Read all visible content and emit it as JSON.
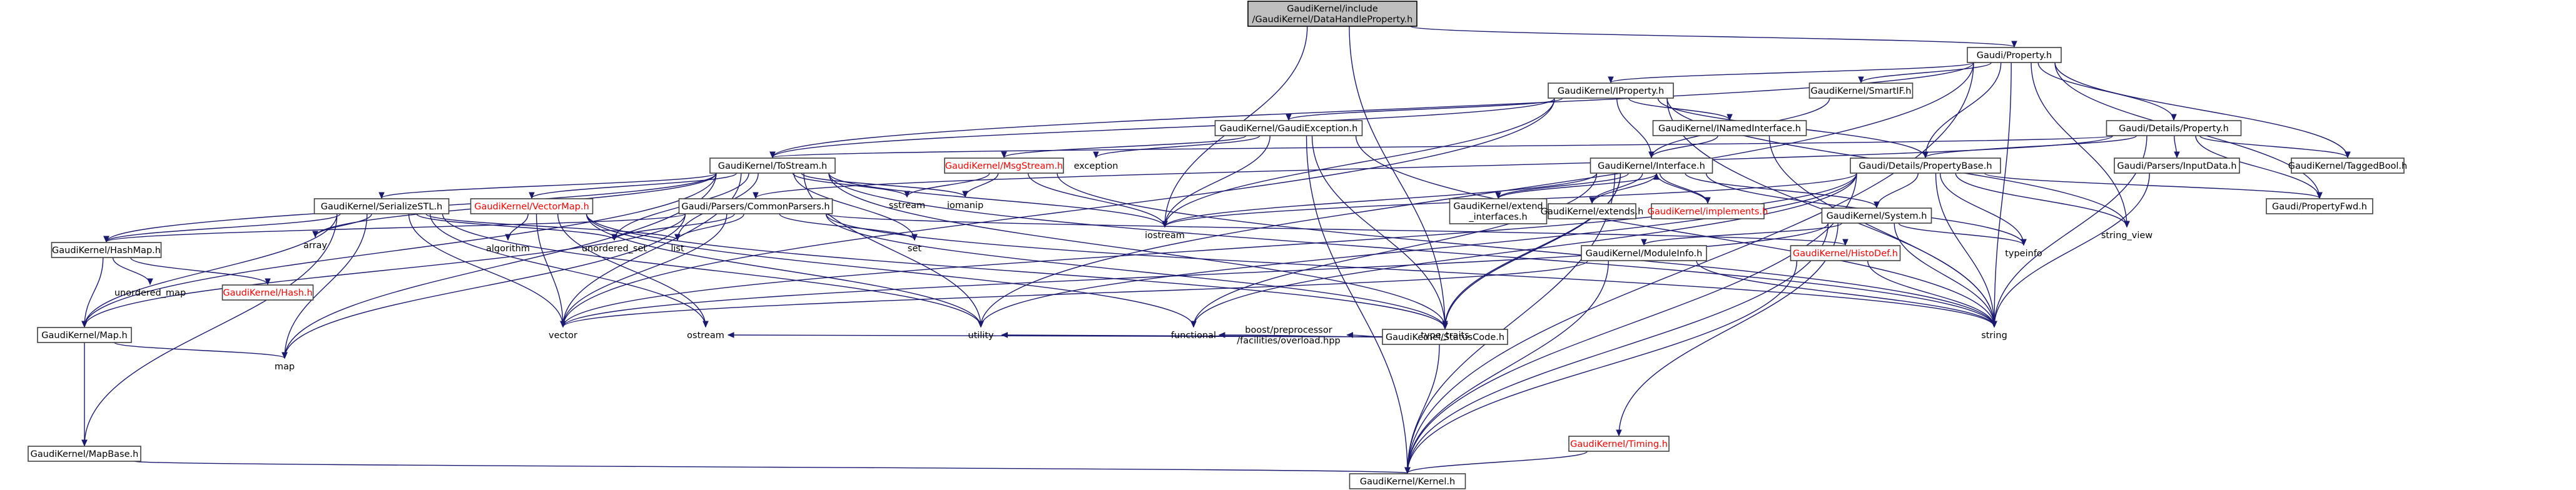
{
  "graph": {
    "nodes": [
      {
        "id": "root",
        "lines": [
          "GaudiKernel/include",
          "/GaudiKernel/DataHandleProperty.h"
        ],
        "style": "root"
      },
      {
        "id": "gp_property",
        "lines": [
          "Gaudi/Property.h"
        ],
        "style": "box"
      },
      {
        "id": "iostream",
        "lines": [
          "iostream"
        ],
        "style": "plain"
      },
      {
        "id": "statuscode",
        "lines": [
          "GaudiKernel/StatusCode.h"
        ],
        "style": "box"
      },
      {
        "id": "iproperty",
        "lines": [
          "GaudiKernel/IProperty.h"
        ],
        "style": "box"
      },
      {
        "id": "smartif",
        "lines": [
          "GaudiKernel/SmartIF.h"
        ],
        "style": "box"
      },
      {
        "id": "details_property",
        "lines": [
          "Gaudi/Details/Property.h"
        ],
        "style": "box"
      },
      {
        "id": "tostream",
        "lines": [
          "GaudiKernel/ToStream.h"
        ],
        "style": "box"
      },
      {
        "id": "gaudiexception",
        "lines": [
          "GaudiKernel/GaudiException.h"
        ],
        "style": "box"
      },
      {
        "id": "inamedinterface",
        "lines": [
          "GaudiKernel/INamedInterface.h"
        ],
        "style": "box"
      },
      {
        "id": "interface",
        "lines": [
          "GaudiKernel/Interface.h"
        ],
        "style": "box"
      },
      {
        "id": "propertybase",
        "lines": [
          "Gaudi/Details/PropertyBase.h"
        ],
        "style": "box"
      },
      {
        "id": "inputdata",
        "lines": [
          "Gaudi/Parsers/InputData.h"
        ],
        "style": "box"
      },
      {
        "id": "taggedbool",
        "lines": [
          "GaudiKernel/TaggedBool.h"
        ],
        "style": "box"
      },
      {
        "id": "propertyfwd",
        "lines": [
          "Gaudi/PropertyFwd.h"
        ],
        "style": "box"
      },
      {
        "id": "msgstream",
        "lines": [
          "GaudiKernel/MsgStream.h"
        ],
        "style": "red"
      },
      {
        "id": "exception",
        "lines": [
          "exception"
        ],
        "style": "plain"
      },
      {
        "id": "sstream",
        "lines": [
          "sstream"
        ],
        "style": "plain"
      },
      {
        "id": "iomanip",
        "lines": [
          "iomanip"
        ],
        "style": "plain"
      },
      {
        "id": "serializestl",
        "lines": [
          "GaudiKernel/SerializeSTL.h"
        ],
        "style": "box"
      },
      {
        "id": "vectormap",
        "lines": [
          "GaudiKernel/VectorMap.h"
        ],
        "style": "red"
      },
      {
        "id": "commonparsers",
        "lines": [
          "Gaudi/Parsers/CommonParsers.h"
        ],
        "style": "box"
      },
      {
        "id": "extend_interfaces",
        "lines": [
          "GaudiKernel/extend",
          "_interfaces.h"
        ],
        "style": "box"
      },
      {
        "id": "extends",
        "lines": [
          "GaudiKernel/extends.h"
        ],
        "style": "box"
      },
      {
        "id": "implements",
        "lines": [
          "GaudiKernel/implements.h"
        ],
        "style": "red"
      },
      {
        "id": "system",
        "lines": [
          "GaudiKernel/System.h"
        ],
        "style": "box"
      },
      {
        "id": "string_view",
        "lines": [
          "string_view"
        ],
        "style": "plain"
      },
      {
        "id": "array",
        "lines": [
          "array"
        ],
        "style": "plain"
      },
      {
        "id": "hashmap",
        "lines": [
          "GaudiKernel/HashMap.h"
        ],
        "style": "box"
      },
      {
        "id": "algorithm",
        "lines": [
          "algorithm"
        ],
        "style": "plain"
      },
      {
        "id": "unordered_set",
        "lines": [
          "unordered_set"
        ],
        "style": "plain"
      },
      {
        "id": "list",
        "lines": [
          "list"
        ],
        "style": "plain"
      },
      {
        "id": "set",
        "lines": [
          "set"
        ],
        "style": "plain"
      },
      {
        "id": "moduleinfo",
        "lines": [
          "GaudiKernel/ModuleInfo.h"
        ],
        "style": "box"
      },
      {
        "id": "histodef",
        "lines": [
          "GaudiKernel/HistoDef.h"
        ],
        "style": "red"
      },
      {
        "id": "typeinfo",
        "lines": [
          "typeinfo"
        ],
        "style": "plain"
      },
      {
        "id": "unordered_map",
        "lines": [
          "unordered_map"
        ],
        "style": "plain"
      },
      {
        "id": "hash",
        "lines": [
          "GaudiKernel/Hash.h"
        ],
        "style": "red"
      },
      {
        "id": "map_h",
        "lines": [
          "GaudiKernel/Map.h"
        ],
        "style": "box"
      },
      {
        "id": "vector",
        "lines": [
          "vector"
        ],
        "style": "plain"
      },
      {
        "id": "ostream",
        "lines": [
          "ostream"
        ],
        "style": "plain"
      },
      {
        "id": "utility",
        "lines": [
          "utility"
        ],
        "style": "plain"
      },
      {
        "id": "functional",
        "lines": [
          "functional"
        ],
        "style": "plain"
      },
      {
        "id": "overload",
        "lines": [
          "boost/preprocessor",
          "/facilities/overload.hpp"
        ],
        "style": "plain"
      },
      {
        "id": "type_traits",
        "lines": [
          "type_traits"
        ],
        "style": "plain"
      },
      {
        "id": "string",
        "lines": [
          "string"
        ],
        "style": "plain"
      },
      {
        "id": "timing",
        "lines": [
          "GaudiKernel/Timing.h"
        ],
        "style": "red"
      },
      {
        "id": "map",
        "lines": [
          "map"
        ],
        "style": "plain"
      },
      {
        "id": "mapbase",
        "lines": [
          "GaudiKernel/MapBase.h"
        ],
        "style": "box"
      },
      {
        "id": "kernel",
        "lines": [
          "GaudiKernel/Kernel.h"
        ],
        "style": "box"
      }
    ],
    "edges": [
      [
        "root",
        "gp_property"
      ],
      [
        "root",
        "iostream"
      ],
      [
        "root",
        "statuscode"
      ],
      [
        "gp_property",
        "iproperty"
      ],
      [
        "gp_property",
        "smartif"
      ],
      [
        "gp_property",
        "details_property"
      ],
      [
        "gp_property",
        "tostream"
      ],
      [
        "gp_property",
        "propertybase"
      ],
      [
        "gp_property",
        "taggedbool"
      ],
      [
        "gp_property",
        "propertyfwd"
      ],
      [
        "gp_property",
        "string"
      ],
      [
        "gp_property",
        "string_view"
      ],
      [
        "gp_property",
        "utility"
      ],
      [
        "gp_property",
        "kernel"
      ],
      [
        "iproperty",
        "gaudiexception"
      ],
      [
        "iproperty",
        "inamedinterface"
      ],
      [
        "iproperty",
        "interface"
      ],
      [
        "iproperty",
        "tostream"
      ],
      [
        "iproperty",
        "propertybase"
      ],
      [
        "iproperty",
        "string"
      ],
      [
        "iproperty",
        "iostream"
      ],
      [
        "iproperty",
        "vector"
      ],
      [
        "iproperty",
        "string_view"
      ],
      [
        "smartif",
        "interface"
      ],
      [
        "details_property",
        "propertybase"
      ],
      [
        "details_property",
        "inputdata"
      ],
      [
        "details_property",
        "taggedbool"
      ],
      [
        "details_property",
        "propertyfwd"
      ],
      [
        "details_property",
        "tostream"
      ],
      [
        "details_property",
        "commonparsers"
      ],
      [
        "details_property",
        "string"
      ],
      [
        "gaudiexception",
        "msgstream"
      ],
      [
        "gaudiexception",
        "statuscode"
      ],
      [
        "gaudiexception",
        "exception"
      ],
      [
        "gaudiexception",
        "iostream"
      ],
      [
        "gaudiexception",
        "kernel"
      ],
      [
        "gaudiexception",
        "string"
      ],
      [
        "inamedinterface",
        "interface"
      ],
      [
        "inamedinterface",
        "string"
      ],
      [
        "interface",
        "statuscode"
      ],
      [
        "interface",
        "system"
      ],
      [
        "interface",
        "iostream"
      ],
      [
        "interface",
        "extend_interfaces"
      ],
      [
        "interface",
        "extends"
      ],
      [
        "interface",
        "implements"
      ],
      [
        "interface",
        "typeinfo"
      ],
      [
        "interface",
        "type_traits"
      ],
      [
        "interface",
        "kernel"
      ],
      [
        "interface",
        "functional"
      ],
      [
        "extend_interfaces",
        "interface"
      ],
      [
        "extends",
        "interface"
      ],
      [
        "implements",
        "interface"
      ],
      [
        "propertybase",
        "propertyfwd"
      ],
      [
        "propertybase",
        "system"
      ],
      [
        "propertybase",
        "iostream"
      ],
      [
        "propertybase",
        "string_view"
      ],
      [
        "propertybase",
        "string"
      ],
      [
        "propertybase",
        "typeinfo"
      ],
      [
        "propertybase",
        "kernel"
      ],
      [
        "propertybase",
        "utility"
      ],
      [
        "propertybase",
        "functional"
      ],
      [
        "propertybase",
        "vector"
      ],
      [
        "inputdata",
        "string"
      ],
      [
        "msgstream",
        "iostream"
      ],
      [
        "msgstream",
        "sstream"
      ],
      [
        "msgstream",
        "iomanip"
      ],
      [
        "msgstream",
        "string"
      ],
      [
        "tostream",
        "array"
      ],
      [
        "tostream",
        "hashmap"
      ],
      [
        "tostream",
        "map_h"
      ],
      [
        "tostream",
        "serializestl"
      ],
      [
        "tostream",
        "vectormap"
      ],
      [
        "tostream",
        "sstream"
      ],
      [
        "tostream",
        "iomanip"
      ],
      [
        "tostream",
        "iostream"
      ],
      [
        "tostream",
        "list"
      ],
      [
        "tostream",
        "map"
      ],
      [
        "tostream",
        "set"
      ],
      [
        "tostream",
        "string"
      ],
      [
        "tostream",
        "type_traits"
      ],
      [
        "tostream",
        "unordered_set"
      ],
      [
        "tostream",
        "vector"
      ],
      [
        "tostream",
        "utility"
      ],
      [
        "serializestl",
        "array"
      ],
      [
        "serializestl",
        "hashmap"
      ],
      [
        "serializestl",
        "map_h"
      ],
      [
        "serializestl",
        "list"
      ],
      [
        "serializestl",
        "map"
      ],
      [
        "serializestl",
        "ostream"
      ],
      [
        "serializestl",
        "unordered_set"
      ],
      [
        "serializestl",
        "vector"
      ],
      [
        "serializestl",
        "utility"
      ],
      [
        "serializestl",
        "mapbase"
      ],
      [
        "vectormap",
        "algorithm"
      ],
      [
        "vectormap",
        "functional"
      ],
      [
        "vectormap",
        "vector"
      ],
      [
        "vectormap",
        "utility"
      ],
      [
        "vectormap",
        "ostream"
      ],
      [
        "vectormap",
        "statuscode"
      ],
      [
        "commonparsers",
        "statuscode"
      ],
      [
        "commonparsers",
        "histodef"
      ],
      [
        "commonparsers",
        "list"
      ],
      [
        "commonparsers",
        "set"
      ],
      [
        "commonparsers",
        "string"
      ],
      [
        "commonparsers",
        "map"
      ],
      [
        "commonparsers",
        "unordered_set"
      ],
      [
        "commonparsers",
        "vector"
      ],
      [
        "commonparsers",
        "map_h"
      ],
      [
        "commonparsers",
        "hashmap"
      ],
      [
        "statuscode",
        "ostream"
      ],
      [
        "statuscode",
        "utility"
      ],
      [
        "statuscode",
        "functional"
      ],
      [
        "statuscode",
        "overload"
      ],
      [
        "statuscode",
        "type_traits"
      ],
      [
        "statuscode",
        "kernel"
      ],
      [
        "system",
        "moduleinfo"
      ],
      [
        "system",
        "timing"
      ],
      [
        "system",
        "string"
      ],
      [
        "system",
        "vector"
      ],
      [
        "system",
        "typeinfo"
      ],
      [
        "system",
        "kernel"
      ],
      [
        "moduleinfo",
        "kernel"
      ],
      [
        "moduleinfo",
        "string"
      ],
      [
        "moduleinfo",
        "vector"
      ],
      [
        "histodef",
        "string"
      ],
      [
        "histodef",
        "kernel"
      ],
      [
        "timing",
        "kernel"
      ],
      [
        "hashmap",
        "map_h"
      ],
      [
        "hashmap",
        "unordered_map"
      ],
      [
        "hashmap",
        "hash"
      ],
      [
        "map_h",
        "mapbase"
      ],
      [
        "map_h",
        "map"
      ],
      [
        "mapbase",
        "kernel"
      ]
    ]
  },
  "colors": {
    "edge": "#191970",
    "node_border": "#404040",
    "root_fill": "#bfbfbf",
    "red_text": "#ff0000",
    "text": "#000000"
  }
}
